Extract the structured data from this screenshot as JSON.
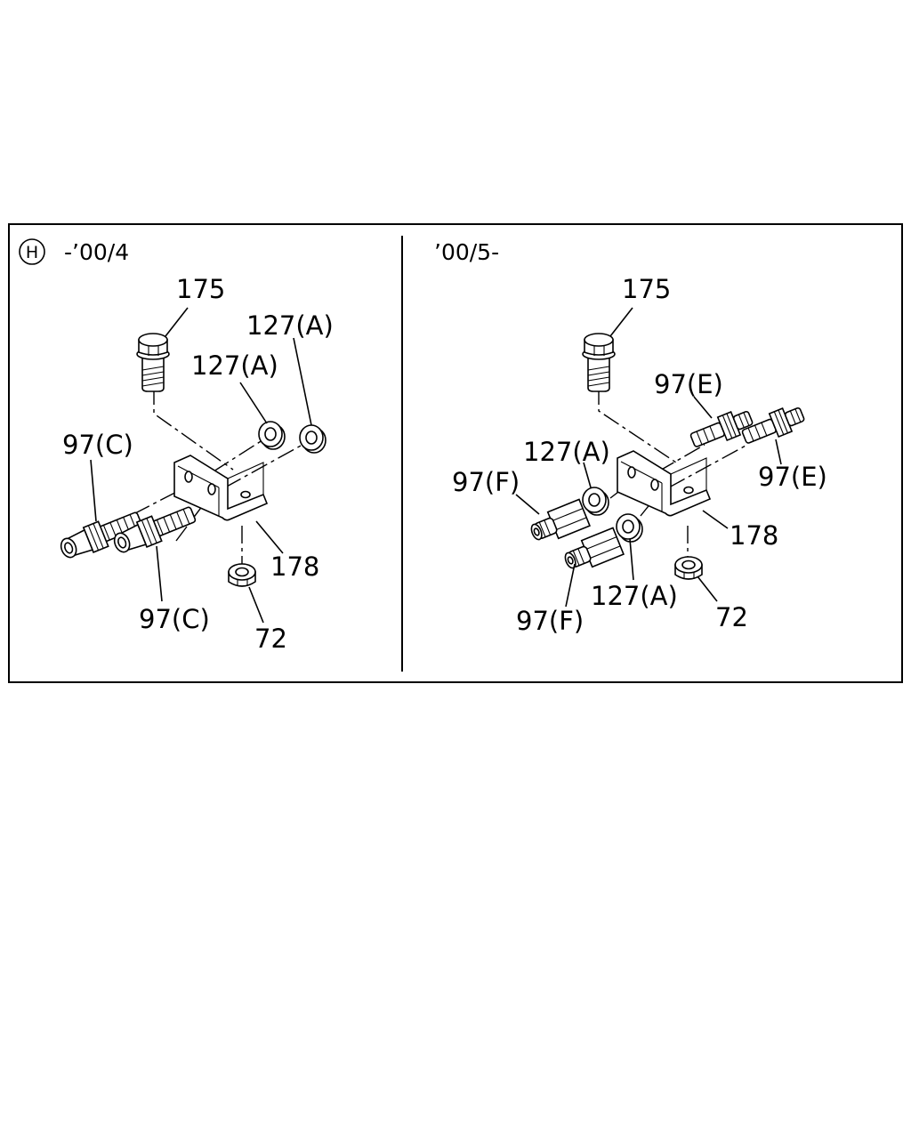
{
  "diagram": {
    "section_mark": "H",
    "left_panel": {
      "header": "-’00/4",
      "labels": {
        "bolt": "175",
        "nut_upper": "127(A)",
        "nut_middle": "127(A)",
        "fitting_upper": "97(C)",
        "fitting_lower": "97(C)",
        "bracket": "178",
        "nut_bottom": "72"
      }
    },
    "right_panel": {
      "header": "’00/5-",
      "labels": {
        "bolt": "175",
        "fitting_e_left": "97(E)",
        "fitting_e_right": "97(E)",
        "nut_upper": "127(A)",
        "fitting_f_upper": "97(F)",
        "fitting_f_lower": "97(F)",
        "nut_lower": "127(A)",
        "bracket": "178",
        "nut_bottom": "72"
      }
    }
  }
}
